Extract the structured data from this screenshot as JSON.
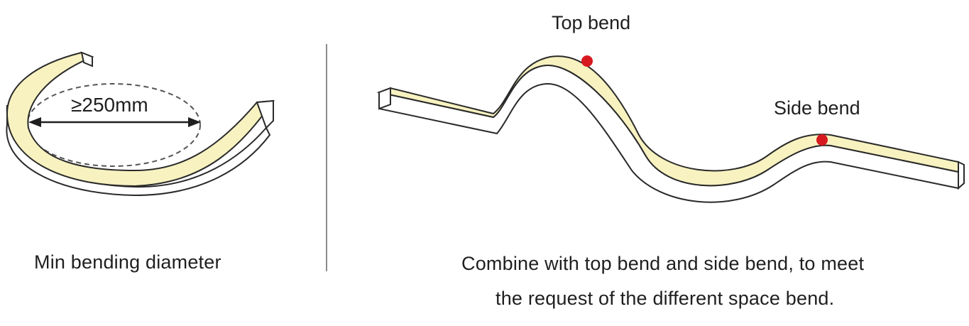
{
  "left_panel": {
    "dimension_label": "≥250mm",
    "caption": "Min bending diameter"
  },
  "right_panel": {
    "top_bend_label": "Top bend",
    "side_bend_label": "Side bend",
    "caption_line1": "Combine with top bend and side bend, to meet",
    "caption_line2": "the request of the different space bend."
  },
  "colors": {
    "strip_face": "#f7f2c0",
    "strip_side": "#ffffff",
    "outline": "#2a2a2a",
    "marker": "#d7191f",
    "divider": "#8c8c8c"
  }
}
